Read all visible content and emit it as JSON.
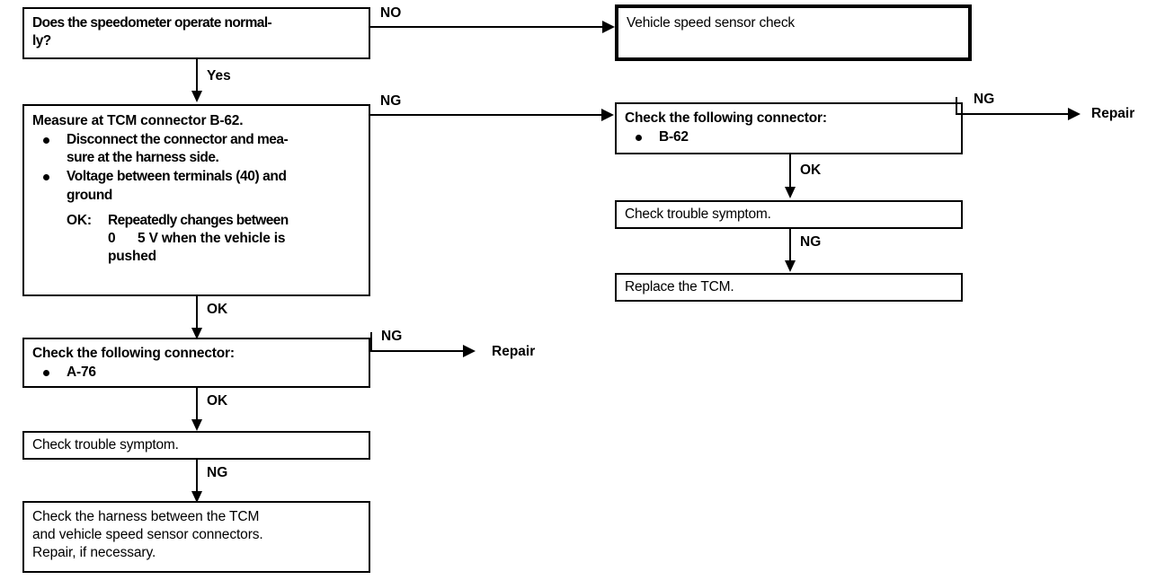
{
  "diagram": {
    "title": "Vehicle speed sensor / TCM diagnostic flowchart",
    "ink_color": "#000000",
    "background_color": "#ffffff"
  },
  "boxes": {
    "speedometer_question": {
      "text": "Does the speedometer operate normal-\nly?"
    },
    "vehicle_speed_sensor_check": {
      "text": "Vehicle speed sensor check"
    },
    "measure_tcm": {
      "title": "Measure at TCM connector B-62.",
      "bullets": [
        "Disconnect the connector and mea-\nsure at the harness side.",
        "Voltage between terminals (40) and\nground"
      ],
      "ok_label": "OK:",
      "ok_line1": "Repeatedly changes between",
      "ok_line2": "0      5 V when the vehicle is",
      "ok_line3": "pushed"
    },
    "check_connector_right": {
      "title": "Check the following connector:",
      "bullets": [
        "B-62"
      ]
    },
    "check_trouble_symptom_right": {
      "text": "Check trouble symptom."
    },
    "replace_tcm": {
      "text": "Replace the TCM."
    },
    "check_connector_left": {
      "title": "Check the following connector:",
      "bullets": [
        "A-76"
      ]
    },
    "check_trouble_symptom_left": {
      "text": "Check trouble symptom."
    },
    "check_harness": {
      "text": "Check the harness between the TCM\nand vehicle speed sensor connectors.\nRepair, if necessary."
    }
  },
  "terminals": {
    "repair_right": "Repair",
    "repair_left": "Repair"
  },
  "edge_labels": {
    "no_top": "NO",
    "yes": "Yes",
    "ng_measure_to_connector": "NG",
    "ng_connector_right_to_repair": "NG",
    "ok_right": "OK",
    "ng_right_symptom": "NG",
    "ok_left": "OK",
    "ng_connector_left_to_repair": "NG",
    "ng_left_symptom": "NG"
  }
}
